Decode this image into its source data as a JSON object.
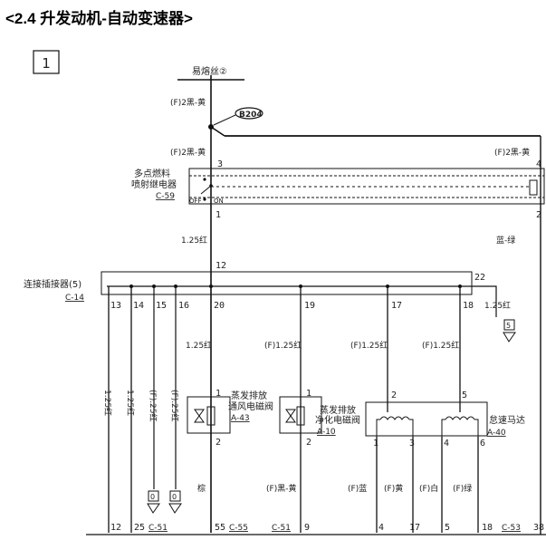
{
  "heading": "<2.4 升发动机-自动变速器>",
  "page_box": "1",
  "fuse": {
    "label": "易熔丝②"
  },
  "splice": "B204",
  "wire_labels": {
    "top": "(F)2黑-黄",
    "pre_relay": "(F)2黑-黄",
    "right_top": "(F)2黑-黄",
    "relay_out": "1.25红",
    "right_down": "蓝-绿",
    "w22": "1.25红",
    "left_13": "1.25红",
    "left_14": "1.25红",
    "left_15": "(F).25红",
    "left_16": "(F).25红",
    "w20": "1.25红",
    "w19": "(F)1.25红",
    "w17": "(F)1.25红",
    "w18": "(F)1.25红",
    "brown": "棕",
    "blk_yel": "(F)黑-黄",
    "blue": "(F)蓝",
    "yellow": "(F)黄",
    "white": "(F)白",
    "green": "(F)绿"
  },
  "relay": {
    "name_line1": "多点燃料",
    "name_line2": "喷射继电器",
    "code": "C-59",
    "off": "OFF",
    "on": "ON",
    "pin3": "3",
    "pin4": "4",
    "pin1": "1",
    "pin2": "2"
  },
  "joint": {
    "name": "连接插接器(5)",
    "code": "C-14",
    "pin12": "12",
    "pin22": "22",
    "bottom_pins": [
      "13",
      "14",
      "15",
      "16",
      "20",
      "19",
      "17",
      "18"
    ]
  },
  "ground_boxes": [
    "5",
    "0",
    "0"
  ],
  "valve1": {
    "line1": "蒸发排放",
    "line2": "通风电磁阀",
    "code": "A-43",
    "pin1": "1",
    "pin2": "2"
  },
  "valve2": {
    "line1": "蒸发排放",
    "line2": "净化电磁阀",
    "code": "A-10",
    "pin1": "1",
    "pin2": "2"
  },
  "motor": {
    "name": "怠速马达",
    "code": "A-40",
    "pins": [
      "2",
      "5",
      "1",
      "3",
      "4",
      "6"
    ]
  },
  "bottom_terminals": [
    {
      "num": "12",
      "code": ""
    },
    {
      "num": "25",
      "code": "C-51"
    },
    {
      "num": "55",
      "code": "C-55"
    },
    {
      "num": "9",
      "code": "C-51"
    },
    {
      "num": "4",
      "code": ""
    },
    {
      "num": "17",
      "code": ""
    },
    {
      "num": "5",
      "code": ""
    },
    {
      "num": "18",
      "code": "C-53"
    },
    {
      "num": "38",
      "code": ""
    }
  ]
}
